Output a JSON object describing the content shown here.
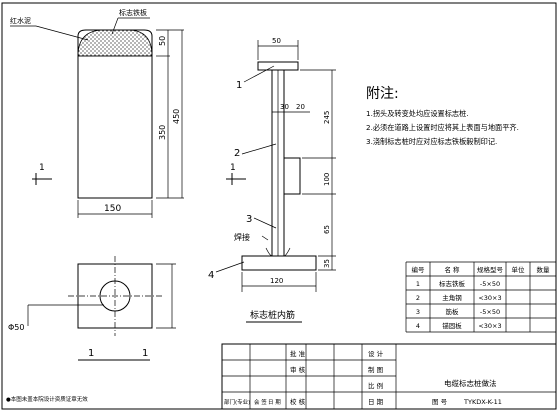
{
  "drawing": {
    "left_view": {
      "label_concrete": "红水泥",
      "label_plate": "标志铁板",
      "dim_height_total": "450",
      "dim_top": "50",
      "dim_body": "350",
      "dim_width": "150",
      "dim_hole": "Φ50",
      "section_marker": "1",
      "section_title_left": "1",
      "section_title_right": "1"
    },
    "middle_view": {
      "dim_top_width": "50",
      "dim_30": "30",
      "dim_20": "20",
      "dim_base_width": "120",
      "dim_245": "245",
      "dim_100": "100",
      "dim_65": "65",
      "dim_35": "35",
      "callouts": [
        "1",
        "2",
        "3",
        "4"
      ],
      "weld_label": "焊接",
      "title": "标志桩内筋"
    },
    "notes": {
      "heading": "附注:",
      "items": [
        "1.拐头及转变处均应设置标志桩.",
        "2.必须在道路上设置时应将其上表面与地面平齐.",
        "3.浇制标志桩时应对应标志铁板毅制印记."
      ]
    },
    "bom": {
      "headers": [
        "编号",
        "名 称",
        "规格型号",
        "单位",
        "数量"
      ],
      "rows": [
        [
          "1",
          "标志铁板",
          "-5×50",
          "",
          ""
        ],
        [
          "2",
          "主角钢",
          "<30×3",
          "",
          ""
        ],
        [
          "3",
          "筋板",
          "-5×50",
          "",
          ""
        ],
        [
          "4",
          "锚固板",
          "<30×3",
          "",
          ""
        ]
      ]
    },
    "title_block": {
      "left_labels": [
        "批 准",
        "审 核",
        "校 核"
      ],
      "bottom_left": [
        "部门(专业)",
        "会 签",
        "日 期"
      ],
      "right_labels": [
        "设 计",
        "制 图",
        "比 例",
        "日 期"
      ],
      "drawing_title": "电缆标志桩做法",
      "drawing_no_label": "图 号",
      "drawing_no": "TYKDX-K-11"
    },
    "footer_note": "●本图未盖本院设计资质证章无效"
  }
}
